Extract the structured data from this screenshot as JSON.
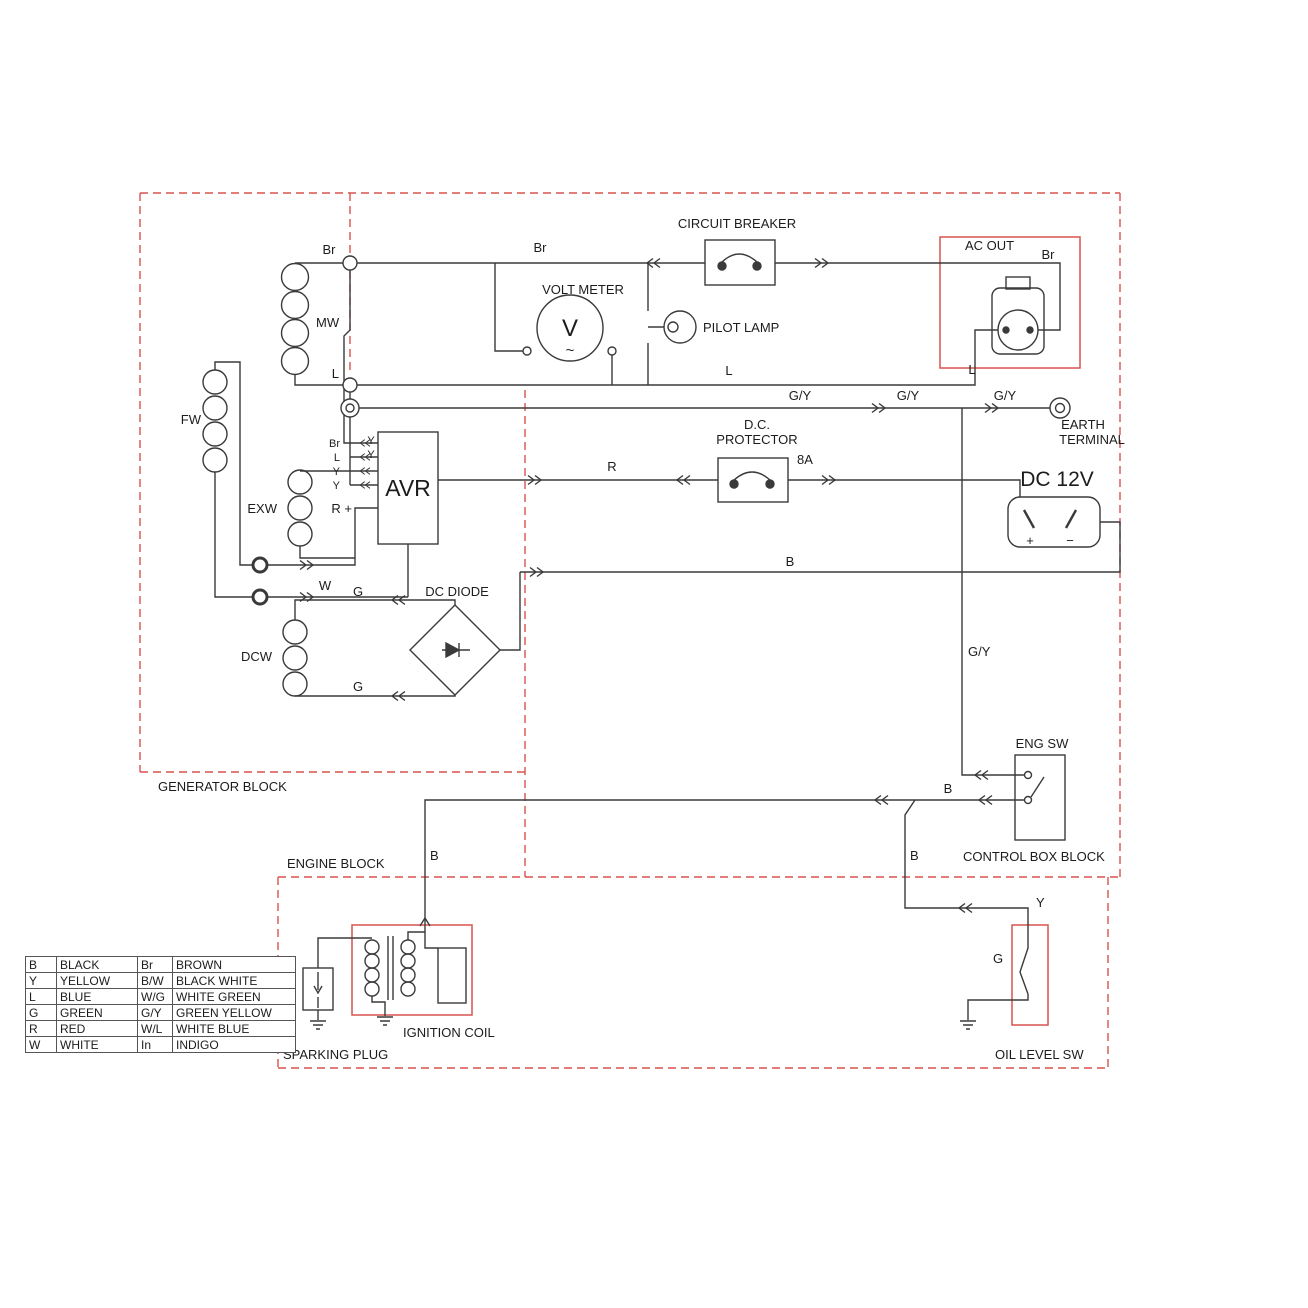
{
  "blocks": {
    "generator": "GENERATOR BLOCK",
    "engine": "ENGINE BLOCK",
    "control_box": "CONTROL BOX BLOCK"
  },
  "coils": {
    "fw": "FW",
    "mw": "MW",
    "exw": "EXW",
    "dcw": "DCW"
  },
  "components": {
    "circuit_breaker": "CIRCUIT BREAKER",
    "volt_meter": "VOLT METER",
    "volt_meter_v": "V",
    "volt_meter_wave": "~",
    "pilot_lamp": "PILOT LAMP",
    "ac_out": "AC OUT",
    "earth_line1": "EARTH",
    "earth_line2": "TERMINAL",
    "dc_protector_line1": "D.C.",
    "dc_protector_line2": "PROTECTOR",
    "dc_protector_rating": "8A",
    "dc_12v": "DC 12V",
    "dc_plus": "+",
    "dc_minus": "−",
    "avr": "AVR",
    "dc_diode": "DC DIODE",
    "eng_sw": "ENG SW",
    "ignition_coil": "IGNITION COIL",
    "sparking_plug": "SPARKING PLUG",
    "oil_level_sw": "OIL LEVEL SW"
  },
  "wires": {
    "br": "Br",
    "l": "L",
    "y": "Y",
    "g": "G",
    "gy": "G/Y",
    "r": "R",
    "b": "B",
    "w": "W",
    "r_plus": "R +"
  },
  "legend": {
    "rows": [
      [
        "B",
        "BLACK",
        "Br",
        "BROWN"
      ],
      [
        "Y",
        "YELLOW",
        "B/W",
        "BLACK  WHITE"
      ],
      [
        "L",
        "BLUE",
        "W/G",
        "WHITE GREEN"
      ],
      [
        "G",
        "GREEN",
        "G/Y",
        "GREEN YELLOW"
      ],
      [
        "R",
        "RED",
        "W/L",
        "WHITE BLUE"
      ],
      [
        "W",
        "WHITE",
        "In",
        "INDIGO"
      ]
    ]
  }
}
